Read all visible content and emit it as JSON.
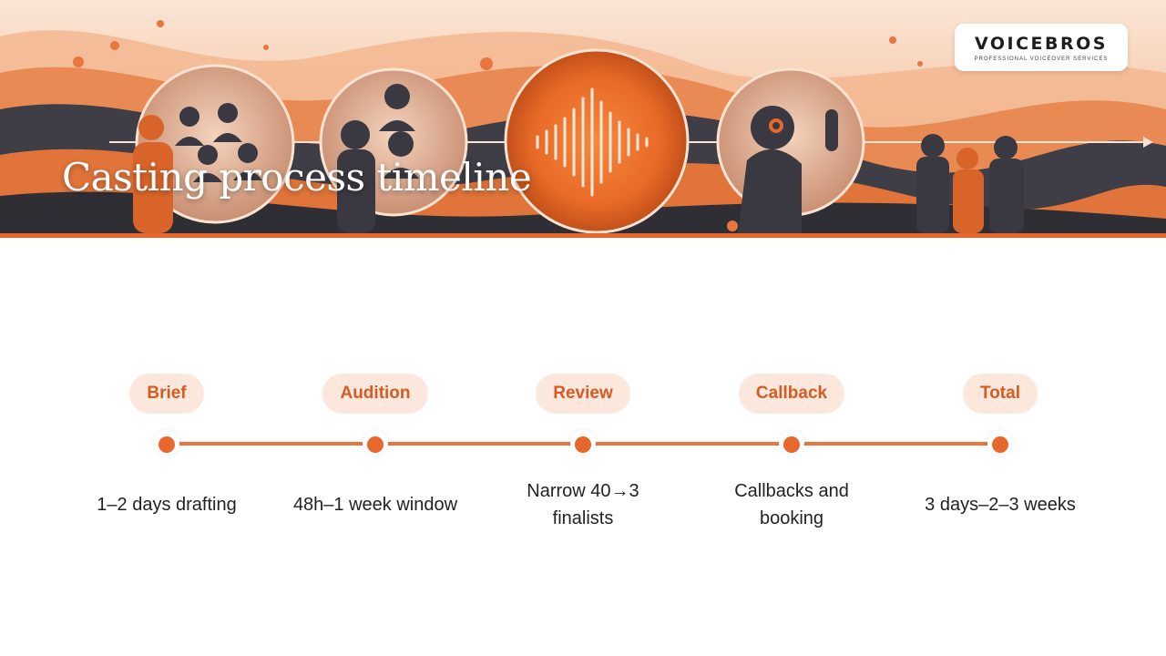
{
  "slide": {
    "title": "Casting process timeline",
    "brand": {
      "name": "VOICEBROS",
      "tagline": "PROFESSIONAL VOICEOVER SERVICES"
    }
  },
  "timeline": {
    "accent_color": "#e8672c",
    "pill_bg_color": "#fce7dc",
    "steps": [
      {
        "label": "Brief",
        "description": "1–2 days drafting"
      },
      {
        "label": "Audition",
        "description": "48h–1 week window"
      },
      {
        "label": "Review",
        "description": "Narrow 40→3 finalists"
      },
      {
        "label": "Callback",
        "description": "Callbacks and booking"
      },
      {
        "label": "Total",
        "description": "3 days–2–3 weeks"
      }
    ]
  }
}
